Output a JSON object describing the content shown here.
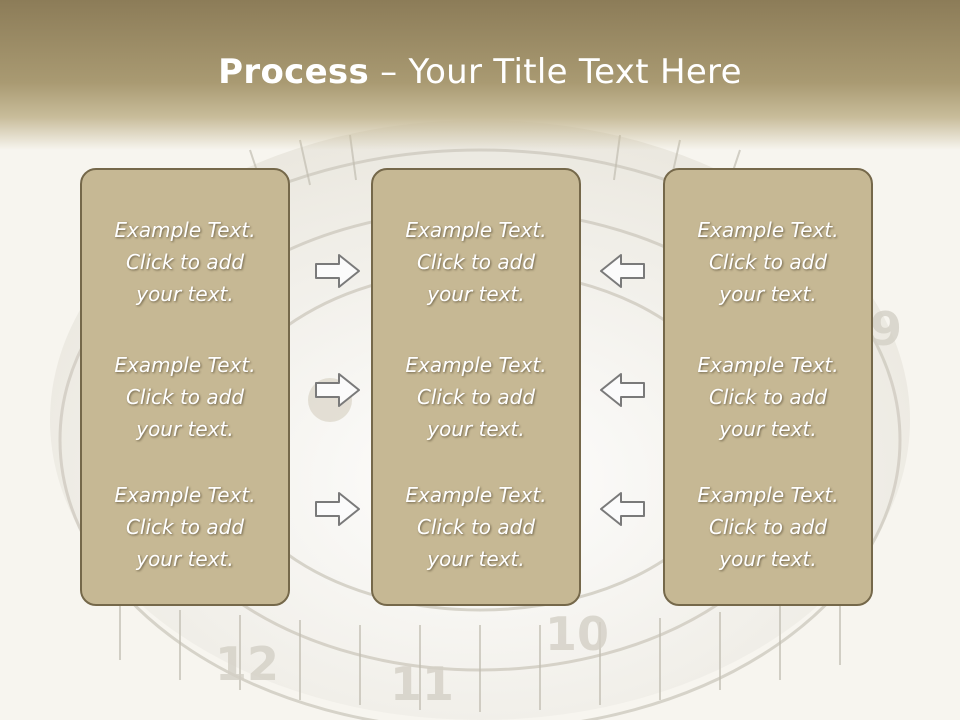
{
  "slide": {
    "title_bold": "Process",
    "title_rest": " – Your Title Text Here"
  },
  "columns": [
    {
      "blocks": [
        {
          "line1": "Example Text.",
          "line2": "Click  to add",
          "line3": "your text."
        },
        {
          "line1": "Example Text.",
          "line2": "Click  to add",
          "line3": "your text."
        },
        {
          "line1": "Example Text.",
          "line2": "Click  to add",
          "line3": "your text."
        }
      ]
    },
    {
      "blocks": [
        {
          "line1": "Example Text.",
          "line2": "Click  to add",
          "line3": "your text."
        },
        {
          "line1": "Example Text.",
          "line2": "Click  to add",
          "line3": "your text."
        },
        {
          "line1": "Example Text.",
          "line2": "Click  to add",
          "line3": "your text."
        }
      ]
    },
    {
      "blocks": [
        {
          "line1": "Example Text.",
          "line2": "Click  to add",
          "line3": "your text."
        },
        {
          "line1": "Example Text.",
          "line2": "Click  to add",
          "line3": "your text."
        },
        {
          "line1": "Example Text.",
          "line2": "Click  to add",
          "line3": "your text."
        }
      ]
    }
  ],
  "colors": {
    "header": "#a99a72",
    "box_fill": "#c6b894",
    "box_border": "#75684a",
    "arrow": "#7a7a7a"
  },
  "icons": {
    "left_arrows": "arrow-right-icon",
    "right_arrows": "arrow-left-icon"
  }
}
